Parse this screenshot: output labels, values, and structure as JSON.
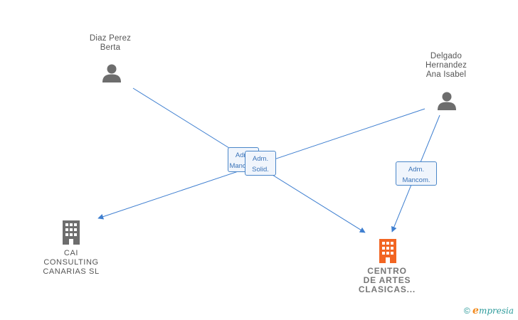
{
  "people": [
    {
      "id": "p1",
      "name": "Diaz Perez\nBerta"
    },
    {
      "id": "p2",
      "name": "Delgado\nHernandez\nAna Isabel"
    }
  ],
  "companies": [
    {
      "id": "c1",
      "name": "CAI\nCONSULTING\nCANARIAS  SL",
      "color": "#6d6d6d"
    },
    {
      "id": "c2",
      "name": "CENTRO\nDE ARTES\nCLASICAS...",
      "color": "#f26522",
      "focus": true
    }
  ],
  "relations": [
    {
      "from": "p1",
      "to": "c2",
      "label": "Adm.\nMancom."
    },
    {
      "from": "p2",
      "to": "c1",
      "label": "Adm.\nSolid."
    },
    {
      "from": "p2",
      "to": "c2",
      "label": "Adm.\nMancom."
    }
  ],
  "colors": {
    "edge": "#3f7fd0",
    "person_icon": "#6d6d6d"
  },
  "footer": {
    "copyright": "©",
    "brand_e": "e",
    "brand_rest": "mpresia"
  }
}
